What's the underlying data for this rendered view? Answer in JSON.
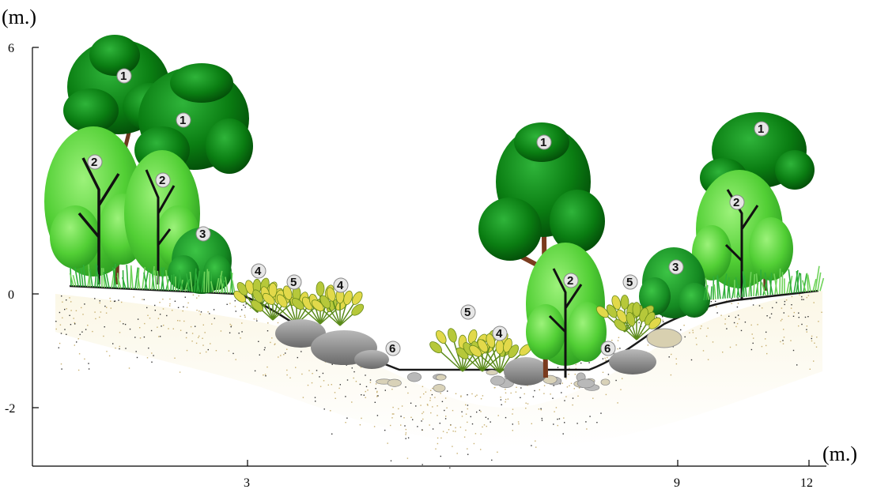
{
  "axes": {
    "y_unit": "(m.)",
    "x_unit": "(m.)",
    "y_ticks": [
      "6",
      "0",
      "-2"
    ],
    "x_ticks": [
      "3",
      "9",
      "12"
    ]
  },
  "labels": {
    "one": "1",
    "two": "2",
    "three": "3",
    "four": "4",
    "five": "5",
    "six": "6"
  },
  "colors": {
    "tall_tree_canopy": "#0a7d12",
    "small_tree_canopy": "#5ad63a",
    "shrub": "#1f9e2a",
    "herb": "#b6c83a",
    "rock": "#8d8d8d",
    "soil_speckle": "#c8b070"
  }
}
